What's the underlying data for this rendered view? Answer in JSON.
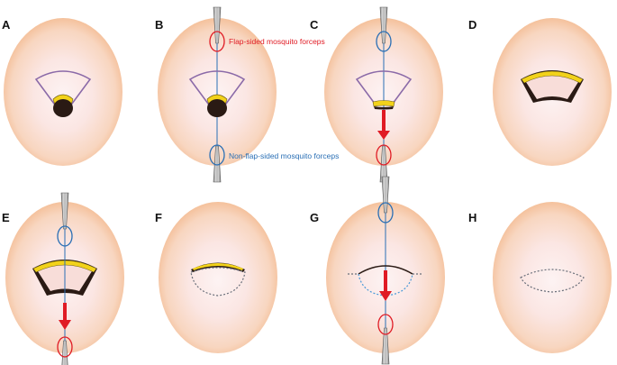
{
  "panels": [
    {
      "label": "A"
    },
    {
      "label": "B"
    },
    {
      "label": "C"
    },
    {
      "label": "D"
    },
    {
      "label": "E"
    },
    {
      "label": "F"
    },
    {
      "label": "G"
    },
    {
      "label": "H"
    }
  ],
  "annotations": {
    "flap_forceps": "Flap-sided mosquito forceps",
    "non_flap_forceps": "Non-flap-sided mosquito forceps"
  },
  "colors": {
    "skin_outer": "#f6c9a8",
    "skin_inner": "#fbe6e4",
    "flap_outline": "#8b6aa8",
    "fat": "#f2d21a",
    "wound": "#2a1a14",
    "suture": "#2a6fb5",
    "red_marker": "#e01b24"
  }
}
